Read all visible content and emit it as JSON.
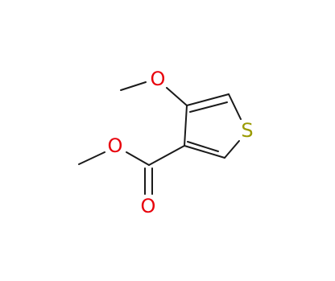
{
  "molecule": {
    "atoms": {
      "methoxy_oxygen": {
        "symbol": "O",
        "color": "#e8000b"
      },
      "ester_oxygen": {
        "symbol": "O",
        "color": "#e8000b"
      },
      "carbonyl_oxygen": {
        "symbol": "O",
        "color": "#e8000b"
      },
      "sulfur": {
        "symbol": "S",
        "color": "#9a9a00"
      }
    },
    "bond_color": "#1a1a1a",
    "background": "#ffffff"
  }
}
